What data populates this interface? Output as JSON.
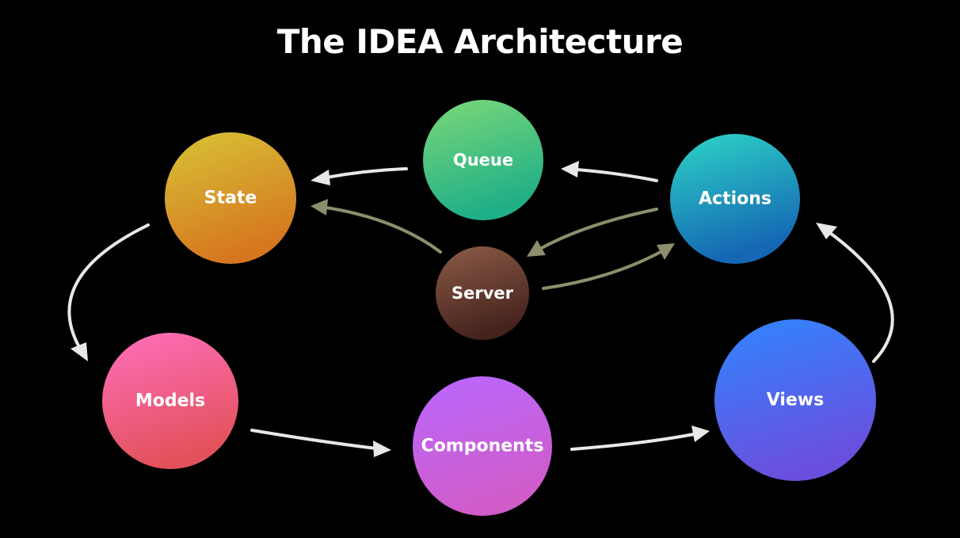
{
  "title": "The IDEA Architecture",
  "nodes": {
    "state": {
      "label": "State",
      "gradient": [
        "#d7c437",
        "#d6771f"
      ]
    },
    "queue": {
      "label": "Queue",
      "gradient": [
        "#7cd878",
        "#1faf87"
      ]
    },
    "actions": {
      "label": "Actions",
      "gradient": [
        "#2dd6c7",
        "#1566b3"
      ]
    },
    "server": {
      "label": "Server",
      "gradient": [
        "#8c5b47",
        "#45231d"
      ]
    },
    "models": {
      "label": "Models",
      "gradient": [
        "#ff6fbd",
        "#e3525b"
      ]
    },
    "components": {
      "label": "Components",
      "gradient": [
        "#b867ff",
        "#d05cc9"
      ]
    },
    "views": {
      "label": "Views",
      "gradient": [
        "#2f86ff",
        "#6a4fde"
      ]
    }
  },
  "colors": {
    "background": "#000000",
    "arrow_main": "#e8e8e8",
    "arrow_server": "#8d8f6c"
  }
}
